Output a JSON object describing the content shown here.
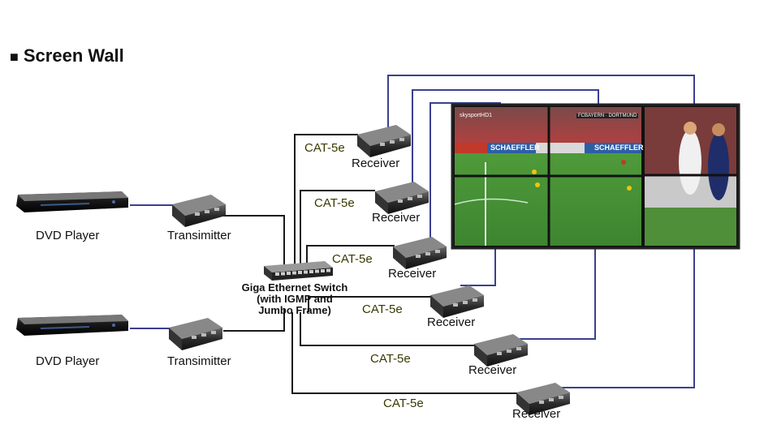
{
  "title": "Screen Wall",
  "sources": [
    {
      "device": "DVD Player",
      "sender": "Transimitter"
    },
    {
      "device": "DVD Player",
      "sender": "Transimitter"
    }
  ],
  "switch": {
    "line1": "Giga Ethernet Switch",
    "line2": "(with IGMP and",
    "line3": "Jumbo Frame)"
  },
  "links": [
    {
      "cable": "CAT-5e",
      "device": "Receiver"
    },
    {
      "cable": "CAT-5e",
      "device": "Receiver"
    },
    {
      "cable": "CAT-5e",
      "device": "Receiver"
    },
    {
      "cable": "CAT-5e",
      "device": "Receiver"
    },
    {
      "cable": "CAT-5e",
      "device": "Receiver"
    },
    {
      "cable": "CAT-5e",
      "device": "Receiver"
    }
  ],
  "video_wall": {
    "scoreboard": "FCBAYERN · DORTMUND",
    "sponsor": "SCHAEFFLER",
    "channel": "skysportHD1"
  },
  "colors": {
    "cable": "#3b3f8f",
    "lan": "#1a1a1a"
  }
}
